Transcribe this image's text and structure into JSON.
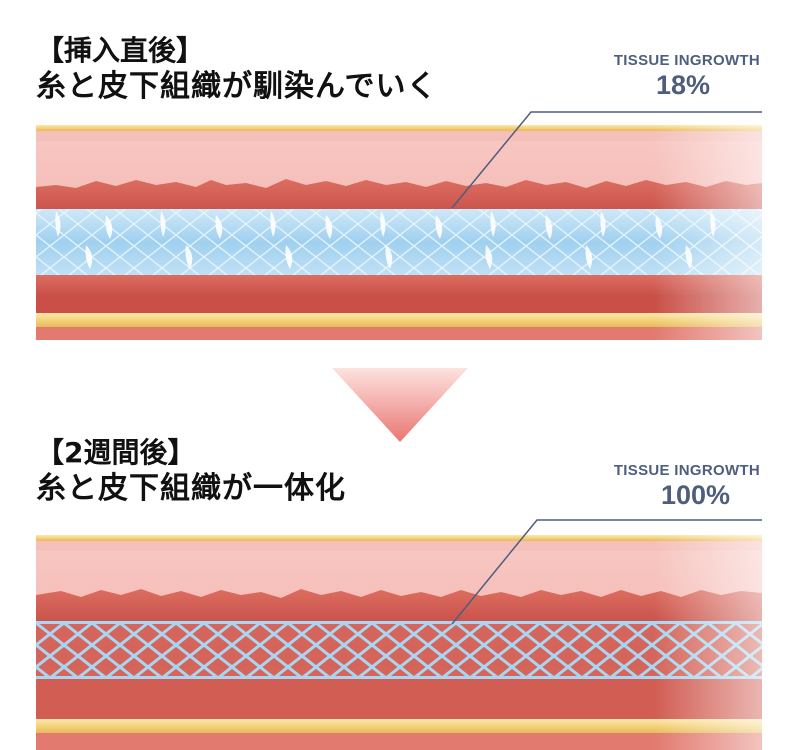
{
  "sections": [
    {
      "bracket_title": "【挿入直後】",
      "subtitle": "糸と皮下組織が馴染んでいく",
      "metric_label": "TISSUE INGROWTH",
      "metric_value": "18%"
    },
    {
      "bracket_title": "【2週間後】",
      "subtitle": "糸と皮下組織が一体化",
      "metric_label": "TISSUE INGROWTH",
      "metric_value": "100%"
    }
  ],
  "tissue_ingrowth_fraction": [
    0.18,
    1.0
  ],
  "colors": {
    "fat_yellow": "#f3d37a",
    "dermis_pink": "#f4aaa7",
    "tissue_red": "#d65f53",
    "mesh_blue": "#9fd0ef",
    "leader_line": "#4e5e7c",
    "arrow": "#ee8a87"
  }
}
